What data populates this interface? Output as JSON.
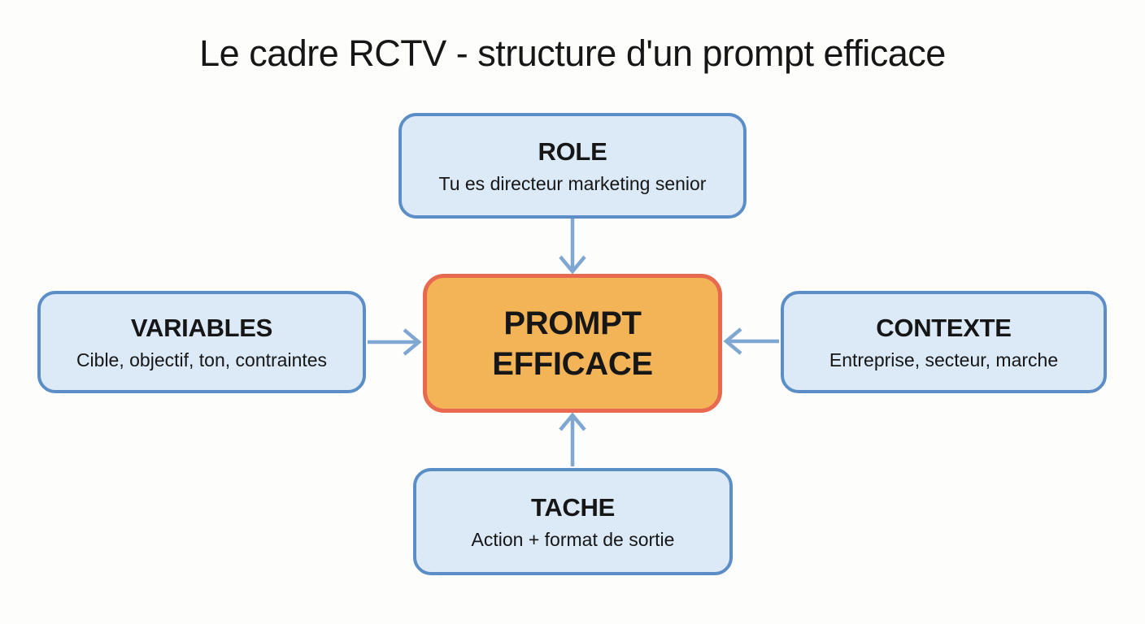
{
  "title": "Le cadre RCTV - structure d'un prompt efficace",
  "nodes": {
    "role": {
      "label": "ROLE",
      "description": "Tu es directeur marketing senior"
    },
    "variables": {
      "label": "VARIABLES",
      "description": "Cible, objectif, ton, contraintes"
    },
    "contexte": {
      "label": "CONTEXTE",
      "description": "Entreprise, secteur, marche"
    },
    "tache": {
      "label": "TACHE",
      "description": "Action + format de sortie"
    },
    "prompt": {
      "label": "PROMPT EFFICACE"
    }
  },
  "colors": {
    "background": "#fdfdfc",
    "node-fill": "#dce9f7",
    "node-border": "#5b8ec7",
    "center-fill": "#f2b457",
    "center-border": "#e8694f",
    "arrow": "#7fa7d1",
    "text": "#161616"
  }
}
